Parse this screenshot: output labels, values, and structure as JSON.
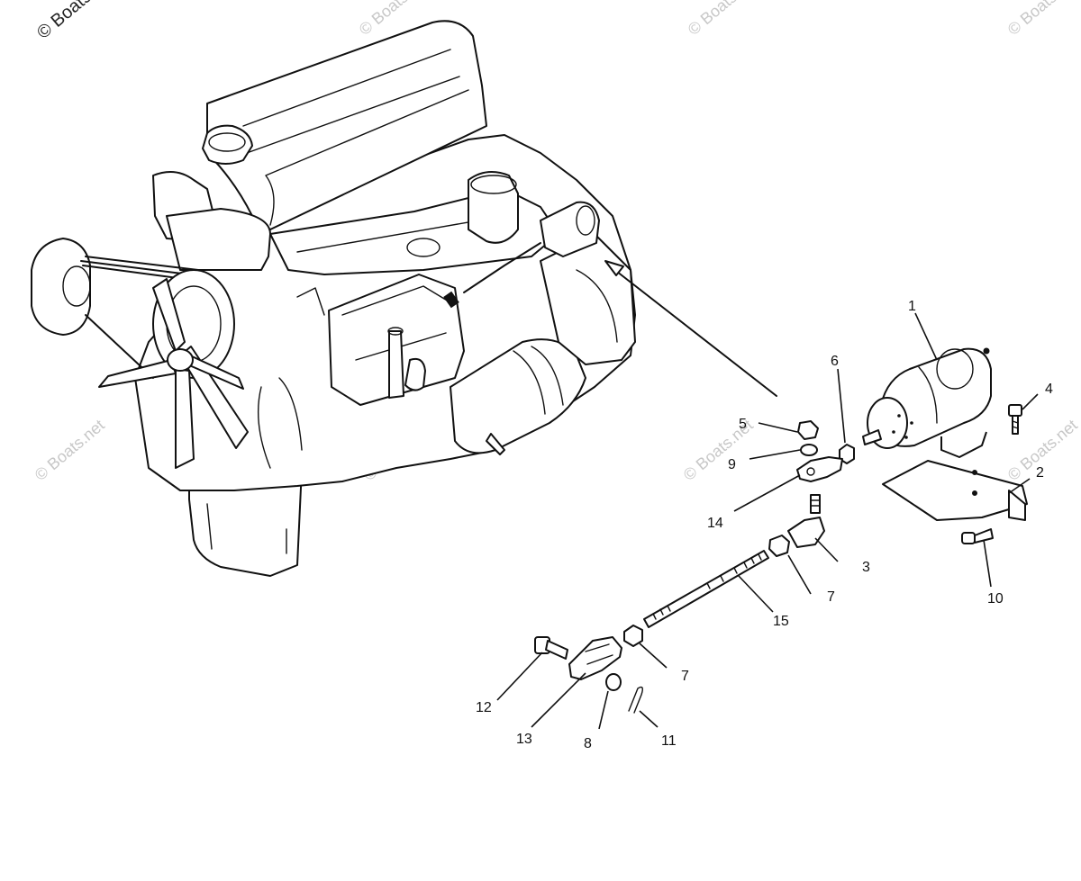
{
  "watermark": {
    "text": "© Boats.net",
    "primary_text": "© Boats"
  },
  "callouts": {
    "c1": "1",
    "c2": "2",
    "c3": "3",
    "c4": "4",
    "c5": "5",
    "c6": "6",
    "c7a": "7",
    "c7b": "7",
    "c8": "8",
    "c9": "9",
    "c10": "10",
    "c11": "11",
    "c12": "12",
    "c13": "13",
    "c14": "14",
    "c15": "15"
  }
}
